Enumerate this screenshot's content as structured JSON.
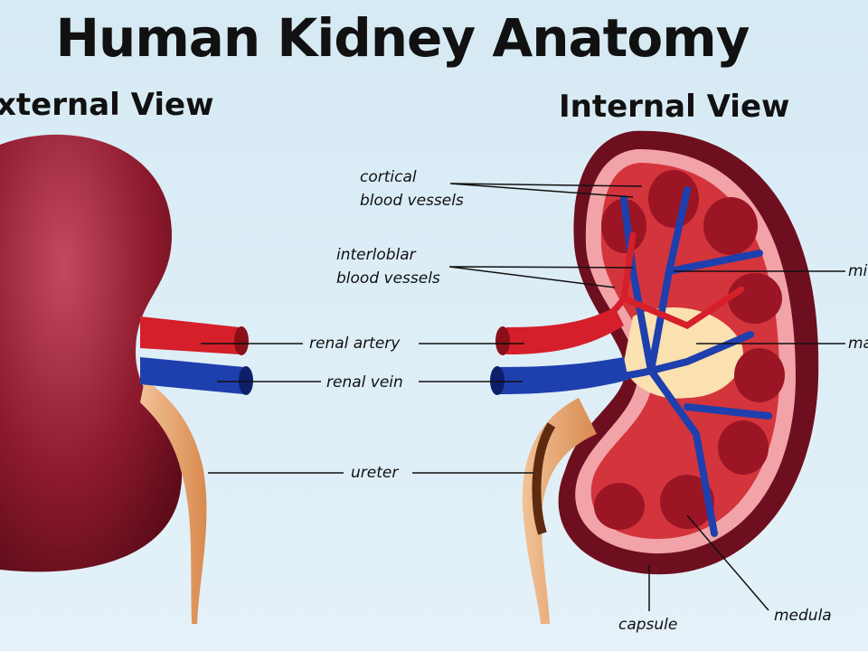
{
  "title": "Human Kidney Anatomy",
  "external_view": {
    "heading": "xternal View"
  },
  "internal_view": {
    "heading": "Internal View"
  },
  "labels": {
    "cortical_1": "cortical",
    "cortical_2": "blood vessels",
    "interlobular_1": "interloblar",
    "interlobular_2": "blood vessels",
    "renal_artery": "renal artery",
    "renal_vein": "renal vein",
    "ureter": "ureter",
    "minor": "mi",
    "major": "ma",
    "capsule": "capsule",
    "medula": "medula"
  },
  "colors": {
    "kidney": "#8e1a2e",
    "artery": "#d51f2a",
    "vein": "#1e3fae",
    "ureter": "#e3a56d",
    "background": "#dcecf5"
  }
}
